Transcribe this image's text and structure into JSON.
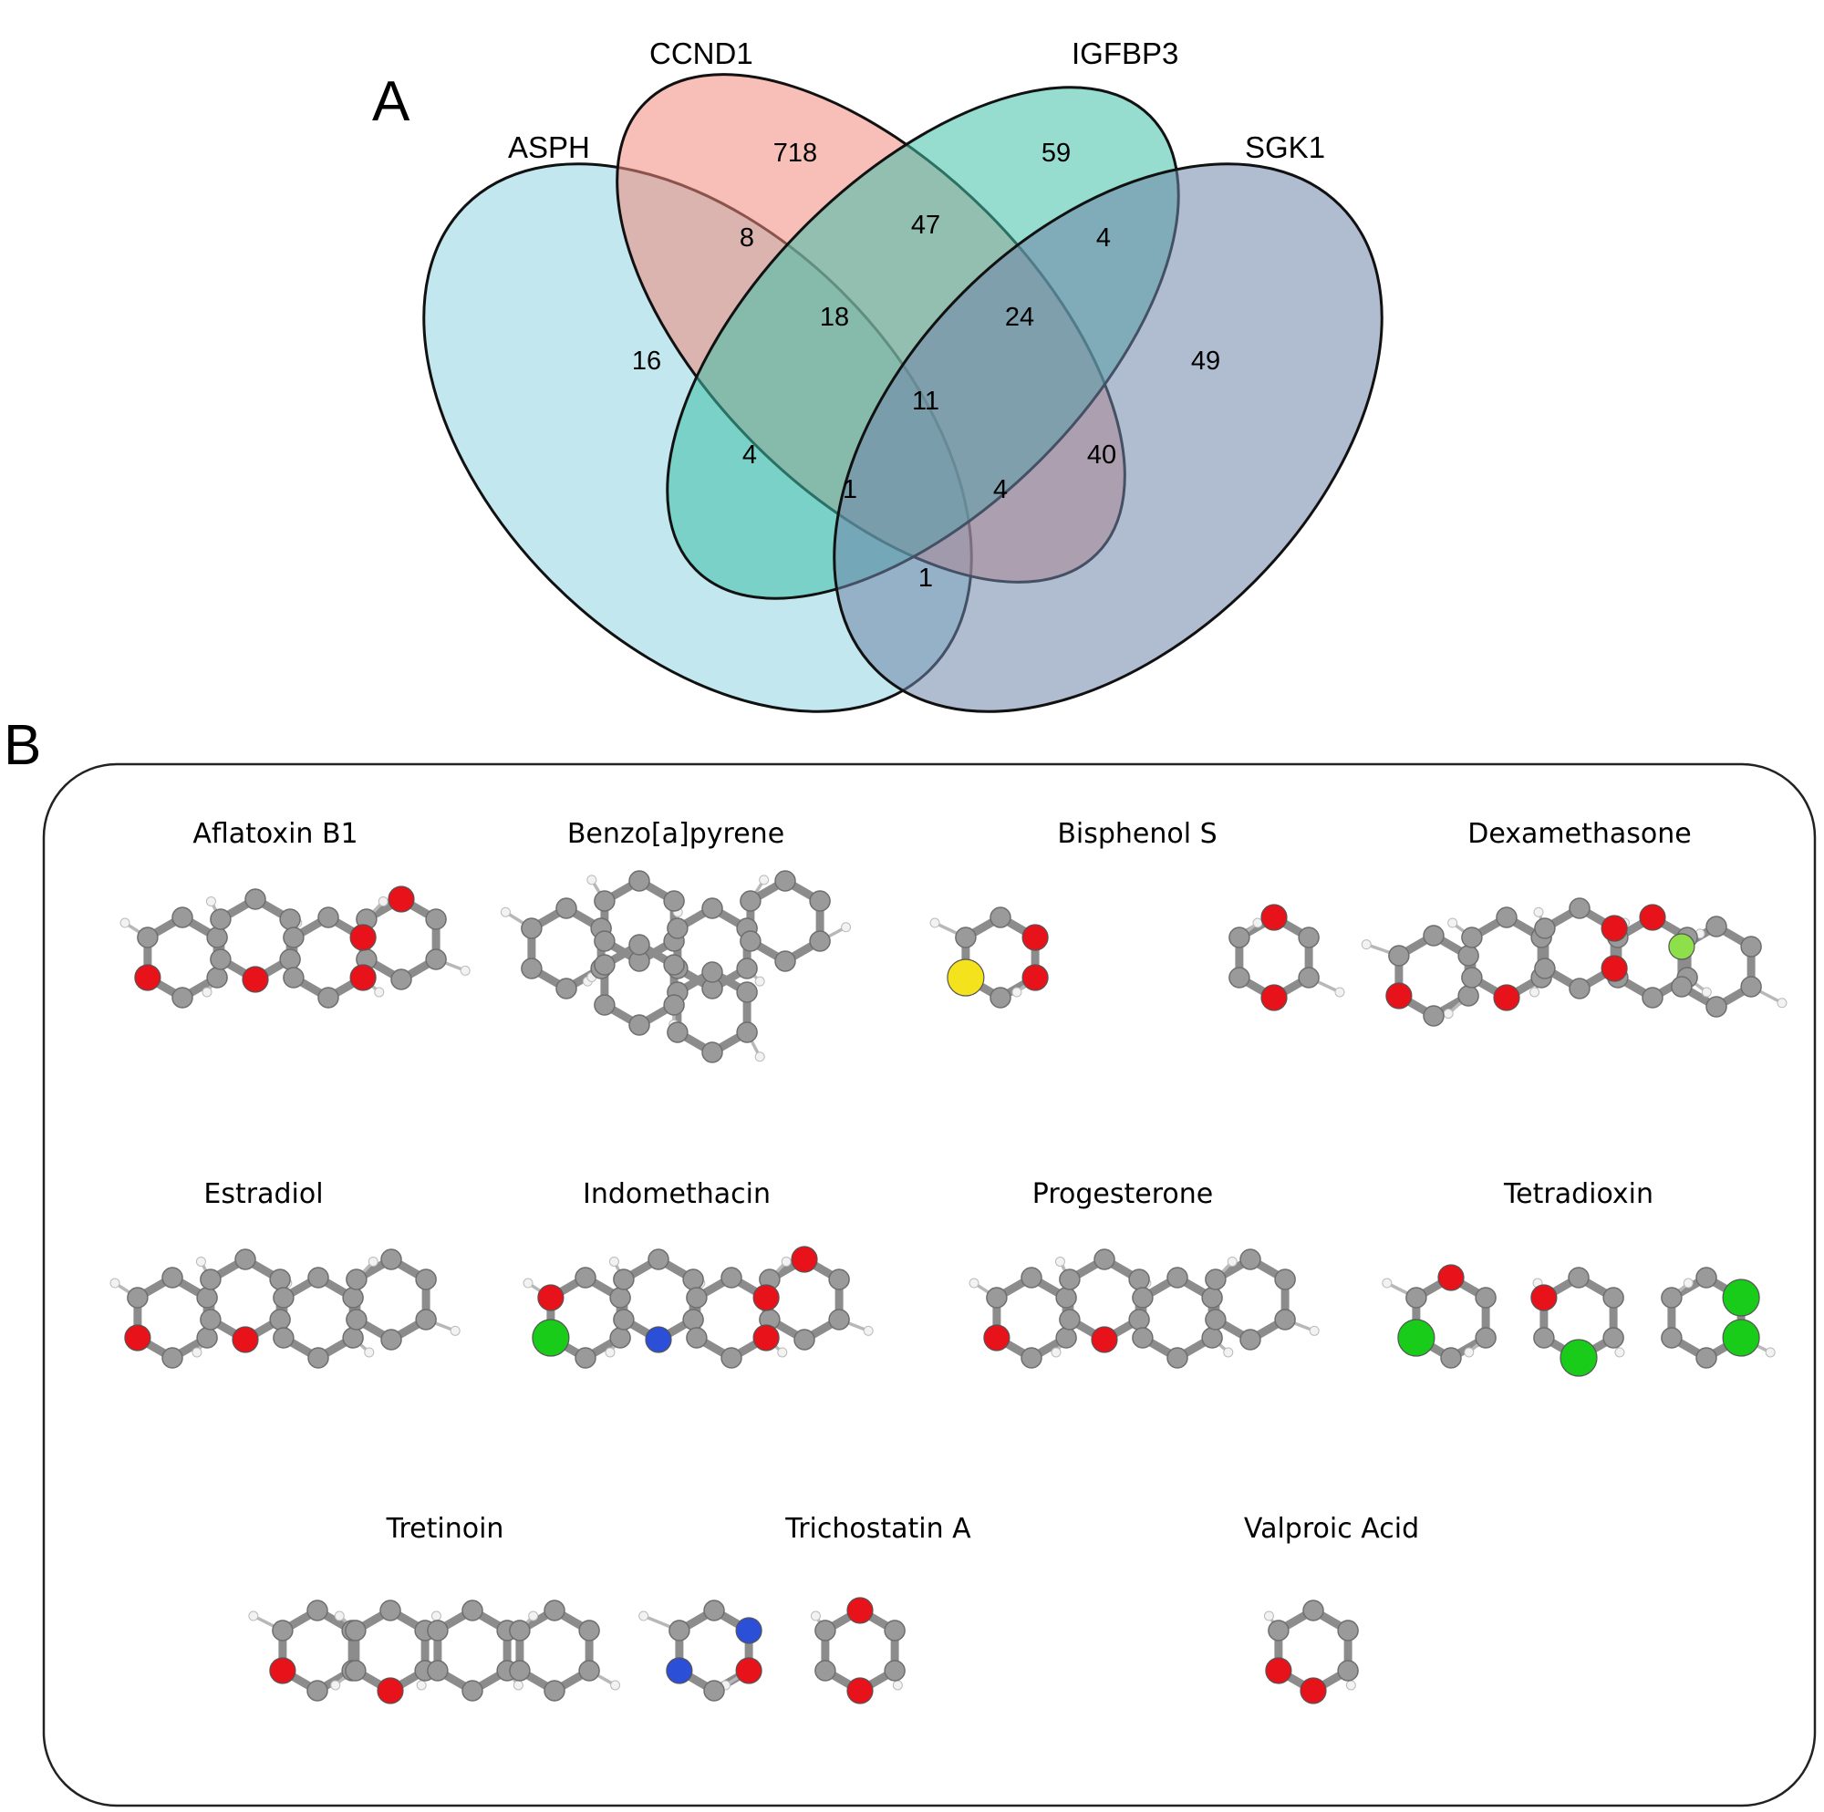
{
  "colors": {
    "ASPH": "#8fd4e0",
    "CCND1": "#f08a7e",
    "IGFBP3": "#3fc0a8",
    "SGK1": "#6f85aa",
    "carbon": "#9a9a9a",
    "hydrogen": "#f2f2f2",
    "oxygen": "#e8121a",
    "nitrogen": "#2b4fd6",
    "chlorine": "#19cc19",
    "sulfur": "#f4e21c",
    "fluorine": "#8ee04a"
  },
  "panel_a": {
    "letter": "A",
    "sets": [
      {
        "name": "ASPH"
      },
      {
        "name": "CCND1"
      },
      {
        "name": "IGFBP3"
      },
      {
        "name": "SGK1"
      }
    ],
    "regions": [
      {
        "sets": [
          "CCND1"
        ],
        "count": "718"
      },
      {
        "sets": [
          "IGFBP3"
        ],
        "count": "59"
      },
      {
        "sets": [
          "ASPH",
          "CCND1"
        ],
        "count": "8"
      },
      {
        "sets": [
          "CCND1",
          "IGFBP3"
        ],
        "count": "47"
      },
      {
        "sets": [
          "IGFBP3",
          "SGK1"
        ],
        "count": "4"
      },
      {
        "sets": [
          "ASPH"
        ],
        "count": "16"
      },
      {
        "sets": [
          "ASPH",
          "CCND1",
          "IGFBP3"
        ],
        "count": "18"
      },
      {
        "sets": [
          "CCND1",
          "IGFBP3",
          "SGK1"
        ],
        "count": "24"
      },
      {
        "sets": [
          "SGK1"
        ],
        "count": "49"
      },
      {
        "sets": [
          "ASPH",
          "CCND1",
          "IGFBP3",
          "SGK1"
        ],
        "count": "11"
      },
      {
        "sets": [
          "ASPH",
          "IGFBP3"
        ],
        "count": "4"
      },
      {
        "sets": [
          "CCND1",
          "SGK1"
        ],
        "count": "40"
      },
      {
        "sets": [
          "ASPH",
          "IGFBP3",
          "SGK1"
        ],
        "count": "1"
      },
      {
        "sets": [
          "ASPH",
          "CCND1",
          "SGK1"
        ],
        "count": "4"
      },
      {
        "sets": [
          "ASPH",
          "SGK1"
        ],
        "count": "1"
      }
    ]
  },
  "panel_b": {
    "letter": "B",
    "molecules": [
      {
        "name": "Aflatoxin B1",
        "hetero": [
          "oxygen",
          "oxygen",
          "oxygen",
          "oxygen",
          "oxygen"
        ]
      },
      {
        "name": "Benzo[a]pyrene",
        "hetero": []
      },
      {
        "name": "Bisphenol S",
        "hetero": [
          "sulfur",
          "oxygen",
          "oxygen",
          "oxygen",
          "oxygen"
        ]
      },
      {
        "name": "Dexamethasone",
        "hetero": [
          "oxygen",
          "oxygen",
          "oxygen",
          "oxygen",
          "oxygen",
          "fluorine"
        ]
      },
      {
        "name": "Estradiol",
        "hetero": [
          "oxygen",
          "oxygen"
        ]
      },
      {
        "name": "Indomethacin",
        "hetero": [
          "chlorine",
          "nitrogen",
          "oxygen",
          "oxygen",
          "oxygen",
          "oxygen"
        ]
      },
      {
        "name": "Progesterone",
        "hetero": [
          "oxygen",
          "oxygen"
        ]
      },
      {
        "name": "Tetradioxin",
        "hetero": [
          "chlorine",
          "chlorine",
          "chlorine",
          "chlorine",
          "oxygen",
          "oxygen"
        ]
      },
      {
        "name": "Tretinoin",
        "hetero": [
          "oxygen",
          "oxygen"
        ]
      },
      {
        "name": "Trichostatin A",
        "hetero": [
          "nitrogen",
          "oxygen",
          "oxygen",
          "nitrogen",
          "oxygen"
        ]
      },
      {
        "name": "Valproic Acid",
        "hetero": [
          "oxygen",
          "oxygen"
        ]
      }
    ]
  }
}
